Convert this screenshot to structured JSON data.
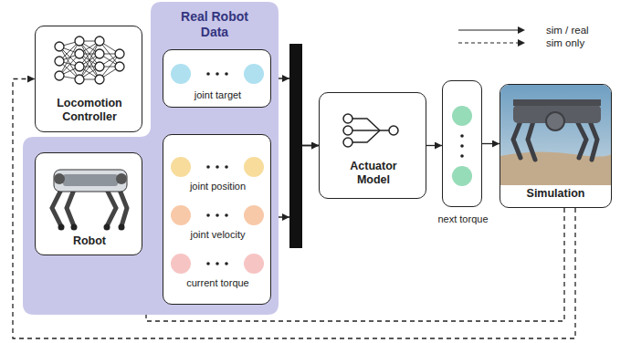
{
  "diagram": {
    "nodes": [
      {
        "text": [
          "Locomotion Controller"
        ]
      },
      {
        "text": [
          "Real Robot Data"
        ]
      },
      {
        "text": [
          "joint target"
        ],
        "in": 1
      },
      {
        "text": [
          "Robot"
        ],
        "in": 1
      },
      {
        "text": [
          "joint position",
          "joint velocity",
          "current torque"
        ],
        "in": 1
      },
      {
        "text": [
          "Actuator Model"
        ]
      },
      {
        "text": [
          "next torque"
        ]
      },
      {
        "text": [
          "Simulation"
        ]
      }
    ],
    "edges": [
      {
        "from": 2,
        "to": 5,
        "arrow": "to"
      },
      {
        "from": 4,
        "to": 5,
        "arrow": "to"
      },
      {
        "from": 5,
        "to": 6,
        "arrow": "to"
      },
      {
        "from": 6,
        "to": 7,
        "arrow": "to"
      },
      {
        "from": 7,
        "to": 4,
        "arrow": "to"
      },
      {
        "from": 7,
        "to": 0,
        "arrow": "to"
      }
    ],
    "legend": [
      {
        "text": "sim / real"
      },
      {
        "text": "sim only"
      }
    ]
  }
}
